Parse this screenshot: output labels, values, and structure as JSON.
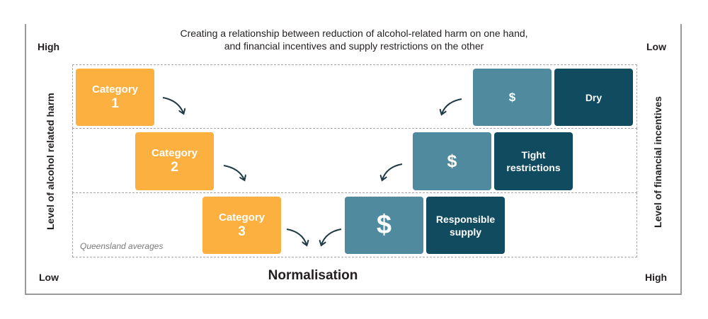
{
  "title": {
    "line1": "Creating a relationship between reduction of alcohol-related harm on one hand,",
    "line2": "and financial incentives and supply restrictions on the other"
  },
  "left_axis": {
    "top": "High",
    "bottom": "Low",
    "label": "Level of alcohol related harm"
  },
  "right_axis": {
    "top": "Low",
    "bottom": "High",
    "label": "Level of financial incentives"
  },
  "x_label": "Normalisation",
  "note": "Queensland averages",
  "categories": [
    {
      "word": "Category",
      "number": "1"
    },
    {
      "word": "Category",
      "number": "2"
    },
    {
      "word": "Category",
      "number": "3"
    }
  ],
  "incentives": [
    {
      "symbol": "$",
      "measure": "Dry"
    },
    {
      "symbol": "$",
      "measure": "Tight restrictions"
    },
    {
      "symbol": "$",
      "measure": "Responsible supply"
    }
  ],
  "colors": {
    "category": "#fbb040",
    "money": "#4f8a9f",
    "measure": "#114b5f",
    "arrow": "#1e3a44"
  },
  "icons": [
    "curved-arrow-icon"
  ]
}
